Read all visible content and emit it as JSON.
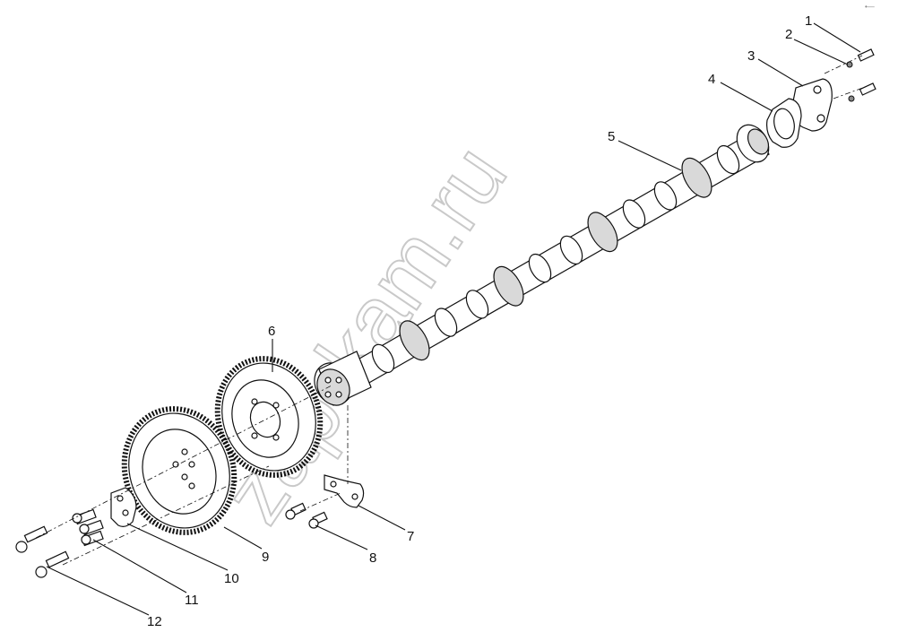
{
  "watermark": "zap-kam.ru",
  "corner_mark": "•—",
  "callouts": [
    {
      "id": "1",
      "label": "1"
    },
    {
      "id": "2",
      "label": "2"
    },
    {
      "id": "3",
      "label": "3"
    },
    {
      "id": "4",
      "label": "4"
    },
    {
      "id": "5",
      "label": "5"
    },
    {
      "id": "6",
      "label": "6"
    },
    {
      "id": "7",
      "label": "7"
    },
    {
      "id": "8",
      "label": "8"
    },
    {
      "id": "9",
      "label": "9"
    },
    {
      "id": "10",
      "label": "10"
    },
    {
      "id": "11",
      "label": "11"
    },
    {
      "id": "12",
      "label": "12"
    }
  ]
}
